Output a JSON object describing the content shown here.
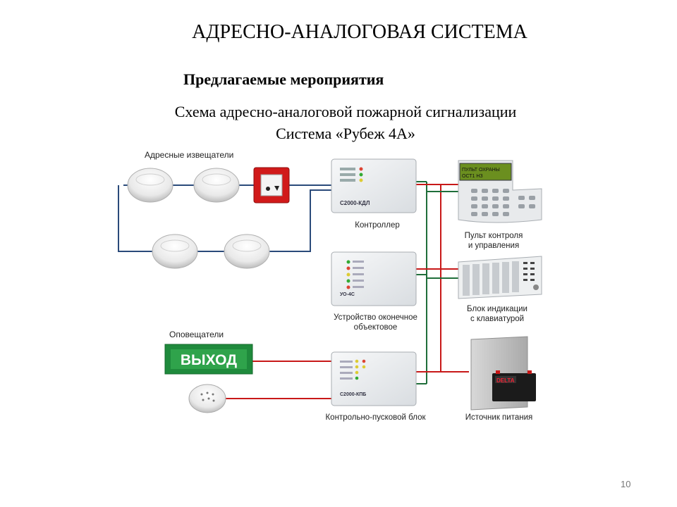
{
  "slide": {
    "title": "АДРЕСНО-АНАЛОГОВАЯ СИСТЕМА",
    "subtitle": "Предлагаемые мероприятия",
    "description_line1": "Схема адресно-аналоговой пожарной сигнализации",
    "description_line2": "Система «Рубеж 4А»",
    "page_number": "10"
  },
  "labels": {
    "detectors": "Адресные извещатели",
    "controller": "Контроллер",
    "control_panel_1": "Пульт контроля",
    "control_panel_2": "и управления",
    "expander_1": "Устройство оконечное",
    "expander_2": "объектовое",
    "indication_1": "Блок индикации",
    "indication_2": "с клавиатурой",
    "notifiers": "Оповещатели",
    "start_block": "Контрольно-пусковой блок",
    "power_supply": "Источник питания"
  },
  "device_marks": {
    "controller_model": "С2000-КДЛ",
    "expander_model": "УО-4С",
    "start_model": "С2000-КПБ",
    "exit_sign": "ВЫХОД",
    "lcd_line1": "ПУЛЬТ ОХРАНЫ",
    "lcd_line2": "ОСТ1 НЗ",
    "battery_brand": "DELTA"
  },
  "colors": {
    "loop_line": "#2a4a7a",
    "power_line": "#c81818",
    "data_line": "#1f6e3a",
    "exit_sign_bg": "#1f8a3c",
    "call_point_red": "#d11a1a"
  }
}
